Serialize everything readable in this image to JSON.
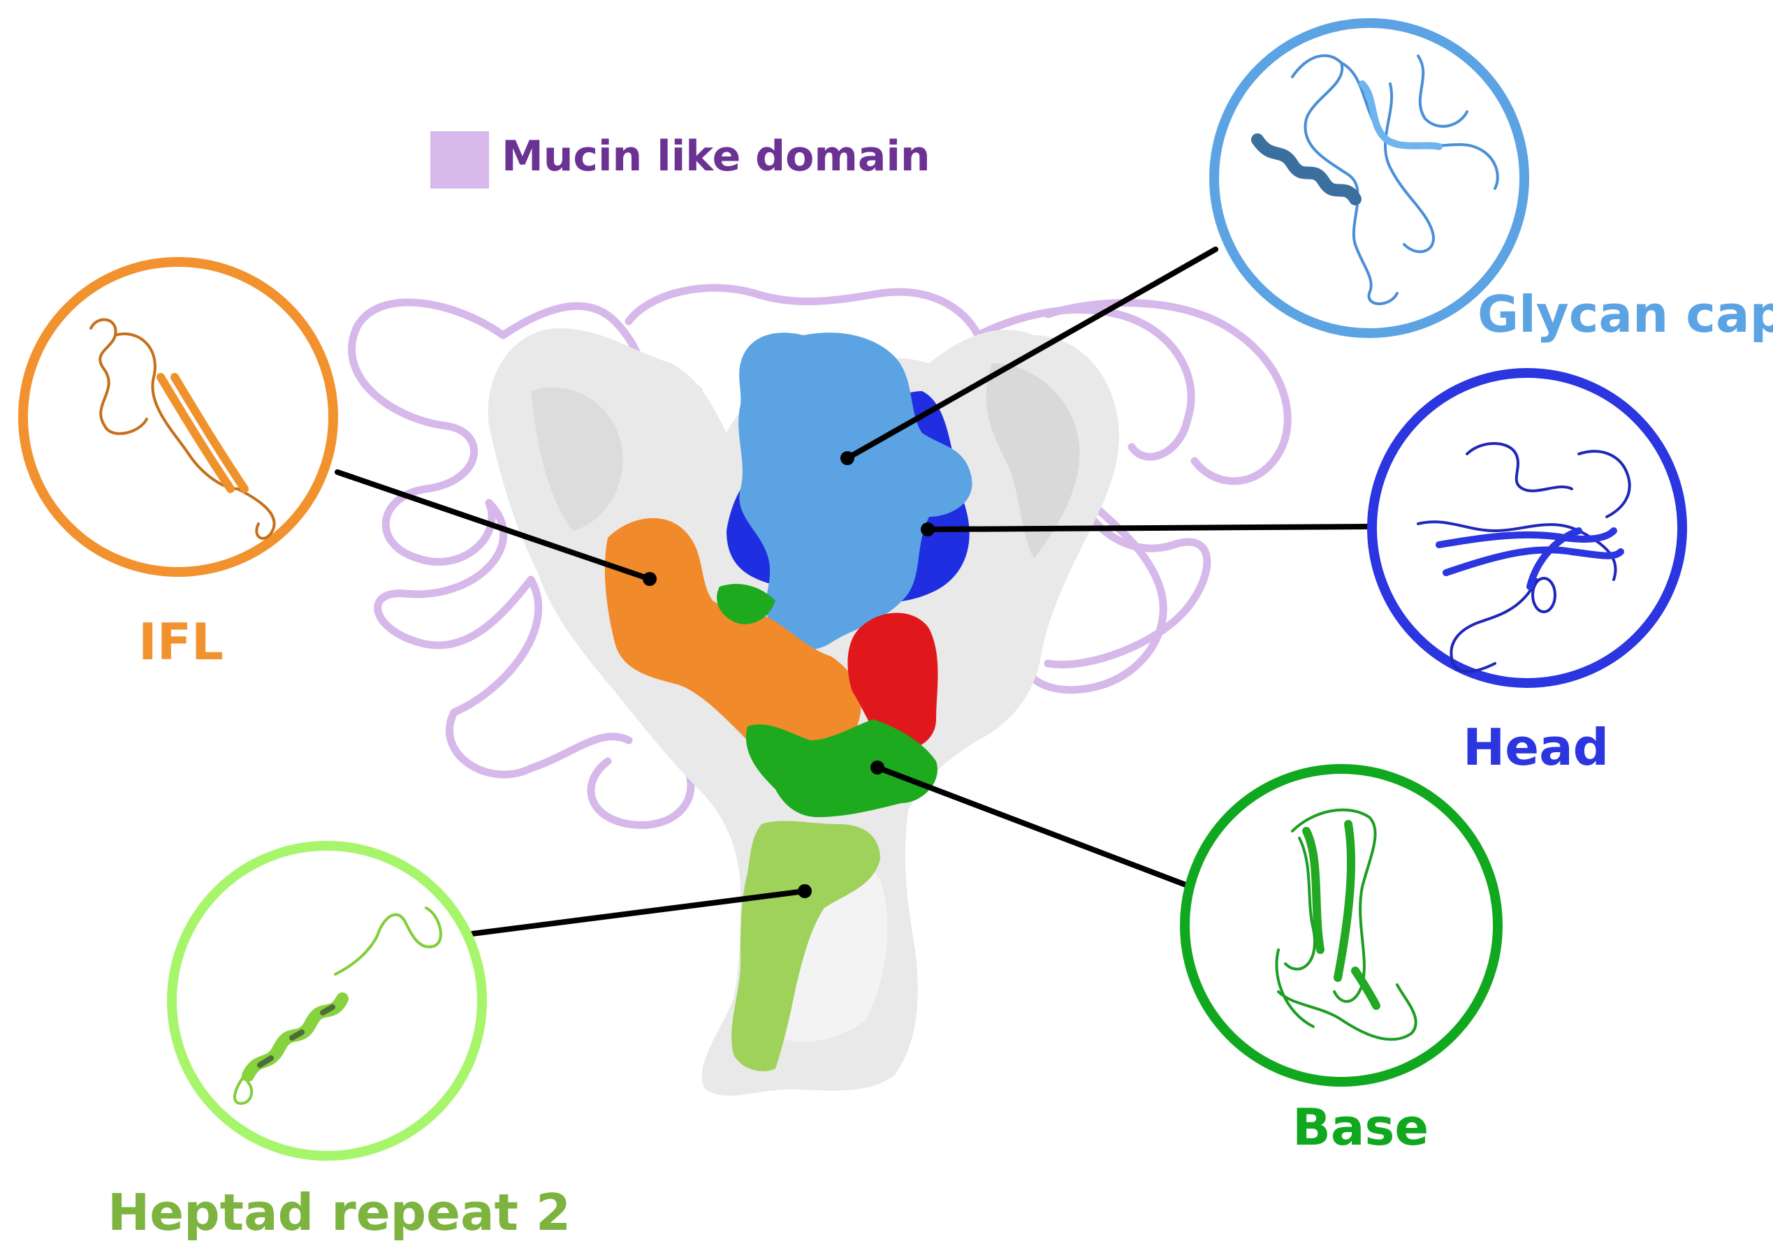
{
  "legend": {
    "mucin_label": "Mucin like domain",
    "mucin_color": "#d6b8ea",
    "mucin_text_color": "#6b3294"
  },
  "domains": [
    {
      "id": "glycan-cap",
      "label": "Glycan cap",
      "color": "#5ba3e3",
      "icon": "glycan-cap-ribbon-icon"
    },
    {
      "id": "head",
      "label": "Head",
      "color": "#2b35e0",
      "icon": "head-ribbon-icon"
    },
    {
      "id": "base",
      "label": "Base",
      "color": "#10a81e",
      "icon": "base-ribbon-icon"
    },
    {
      "id": "ifl",
      "label": "IFL",
      "color": "#f2922f",
      "icon": "ifl-ribbon-icon"
    },
    {
      "id": "hr2",
      "label": "Heptad repeat 2",
      "color": "#a6f56b",
      "label_color": "#7db33f",
      "icon": "heptad-repeat-ribbon-icon"
    }
  ],
  "surface_colors": {
    "body": "#ececec",
    "red_region": "#e0181c",
    "base_green": "#1eaa1e",
    "hr2_green": "#9ed25a"
  }
}
